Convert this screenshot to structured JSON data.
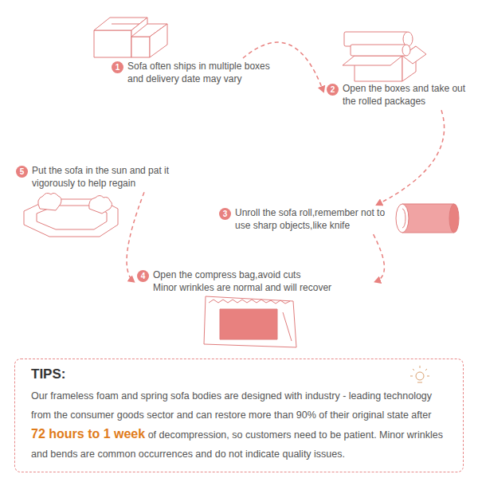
{
  "diagram": {
    "nodes": [
      {
        "text": [
          "1",
          "Sofa often ships in multiple boxes and delivery date may vary"
        ]
      },
      {
        "text": [
          "2",
          "Open the boxes and take out the rolled packages"
        ]
      },
      {
        "text": [
          "3",
          "Unroll the sofa roll,remember not to use sharp objects,like knife"
        ]
      },
      {
        "text": [
          "4",
          "Open the compress bag,avoid cuts",
          "Minor wrinkles are normal and will recover"
        ]
      },
      {
        "text": [
          "5",
          "Put the sofa in the sun and pat it vigorously to help regain"
        ]
      },
      {
        "text": [
          "TIPS:",
          "Our frameless foam and spring sofa bodies are designed with industry - leading technology from the consumer goods sector and can restore more than 90% of their original state after",
          "72 hours to 1 week",
          "of decompression, so customers need to be patient. Minor wrinkles and bends are common occurrences and do not indicate quality issues."
        ]
      }
    ],
    "edges": [
      {
        "from": 0,
        "to": 1,
        "arrow": "to"
      },
      {
        "from": 1,
        "to": 2,
        "arrow": "to"
      },
      {
        "from": 2,
        "to": 3,
        "arrow": "to"
      },
      {
        "from": 4,
        "to": 3,
        "arrow": "to"
      }
    ]
  }
}
